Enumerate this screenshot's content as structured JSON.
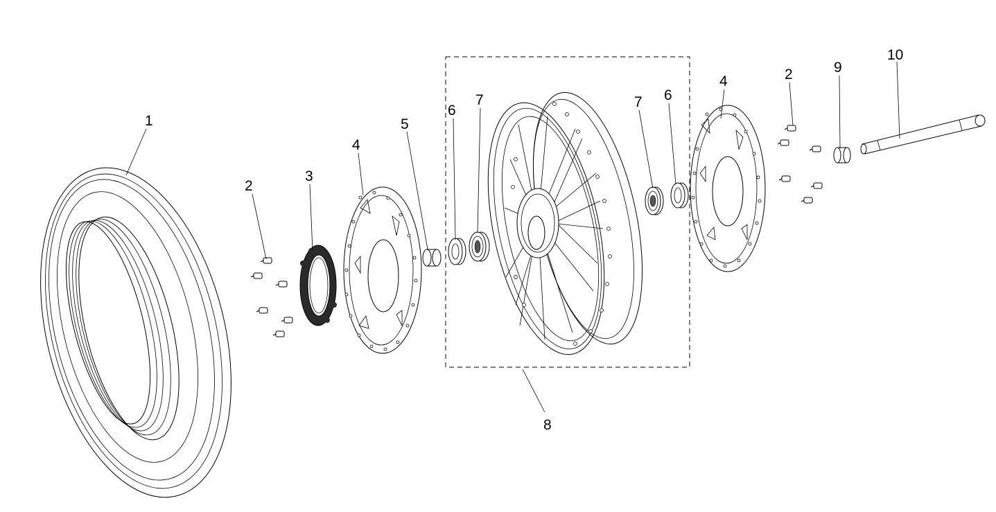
{
  "diagram": {
    "callouts": [
      {
        "id": "tire",
        "text": "1"
      },
      {
        "id": "bolts-left",
        "text": "2"
      },
      {
        "id": "sprocket-flange",
        "text": "3"
      },
      {
        "id": "disc-left",
        "text": "4"
      },
      {
        "id": "spacer",
        "text": "5"
      },
      {
        "id": "seal-left",
        "text": "6"
      },
      {
        "id": "bearing-left",
        "text": "7"
      },
      {
        "id": "wheel-assembly",
        "text": "8"
      },
      {
        "id": "bearing-right",
        "text": "7"
      },
      {
        "id": "seal-right",
        "text": "6"
      },
      {
        "id": "disc-right",
        "text": "4"
      },
      {
        "id": "bolts-right",
        "text": "2"
      },
      {
        "id": "collar",
        "text": "9"
      },
      {
        "id": "axle",
        "text": "10"
      }
    ]
  }
}
